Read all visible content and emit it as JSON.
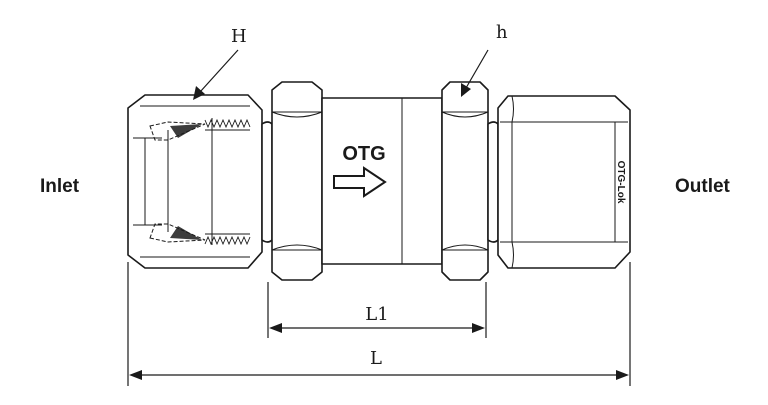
{
  "labels": {
    "hex_large": "H",
    "hex_small": "h",
    "brand": "OTG",
    "brand_vertical": "OTG-Lok",
    "inlet": "Inlet",
    "outlet": "Outlet",
    "dim_short": "L1",
    "dim_total": "L"
  },
  "icons": {
    "flow_arrow": "hollow-right-arrow-icon"
  }
}
